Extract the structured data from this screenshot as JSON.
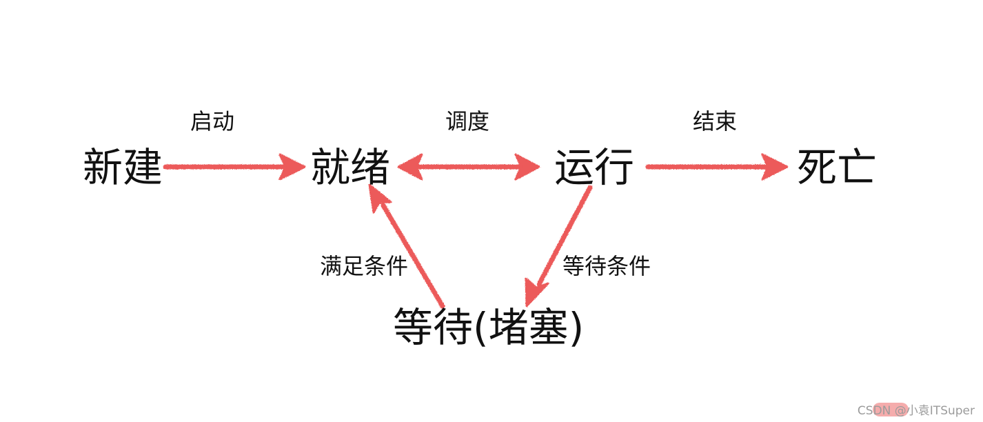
{
  "states": {
    "new": "新建",
    "ready": "就绪",
    "running": "运行",
    "dead": "死亡",
    "waiting": "等待(堵塞)"
  },
  "transitions": {
    "start": "启动",
    "schedule": "调度",
    "end": "结束",
    "condition_met": "满足条件",
    "wait_condition": "等待条件"
  },
  "watermark": "CSDN @小袁ITSuper",
  "colors": {
    "arrow": "#ec5a5a",
    "text": "#111111",
    "watermark": "#9b9b9b",
    "background": "#ffffff"
  }
}
